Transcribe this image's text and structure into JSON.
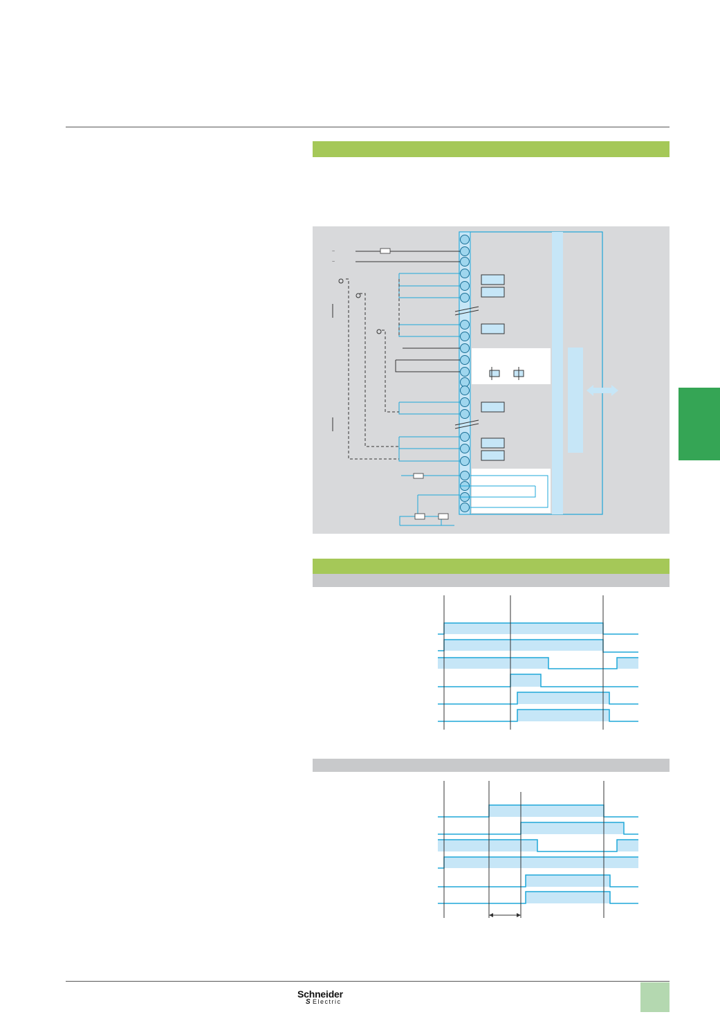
{
  "logo": {
    "brand": "Schneider",
    "sub": "Electric",
    "mark": "S"
  },
  "colors": {
    "accent_blue": "#1ea7d8",
    "light_blue": "#c6e6f7",
    "green_band": "#a5c858",
    "grey_band": "#c8c9cb",
    "side_tab": "#35a555",
    "page_tab": "#b4d8b0",
    "diagram_bg": "#d8d9db"
  },
  "diagram": {
    "supply_labels": [
      "~",
      "~"
    ]
  }
}
